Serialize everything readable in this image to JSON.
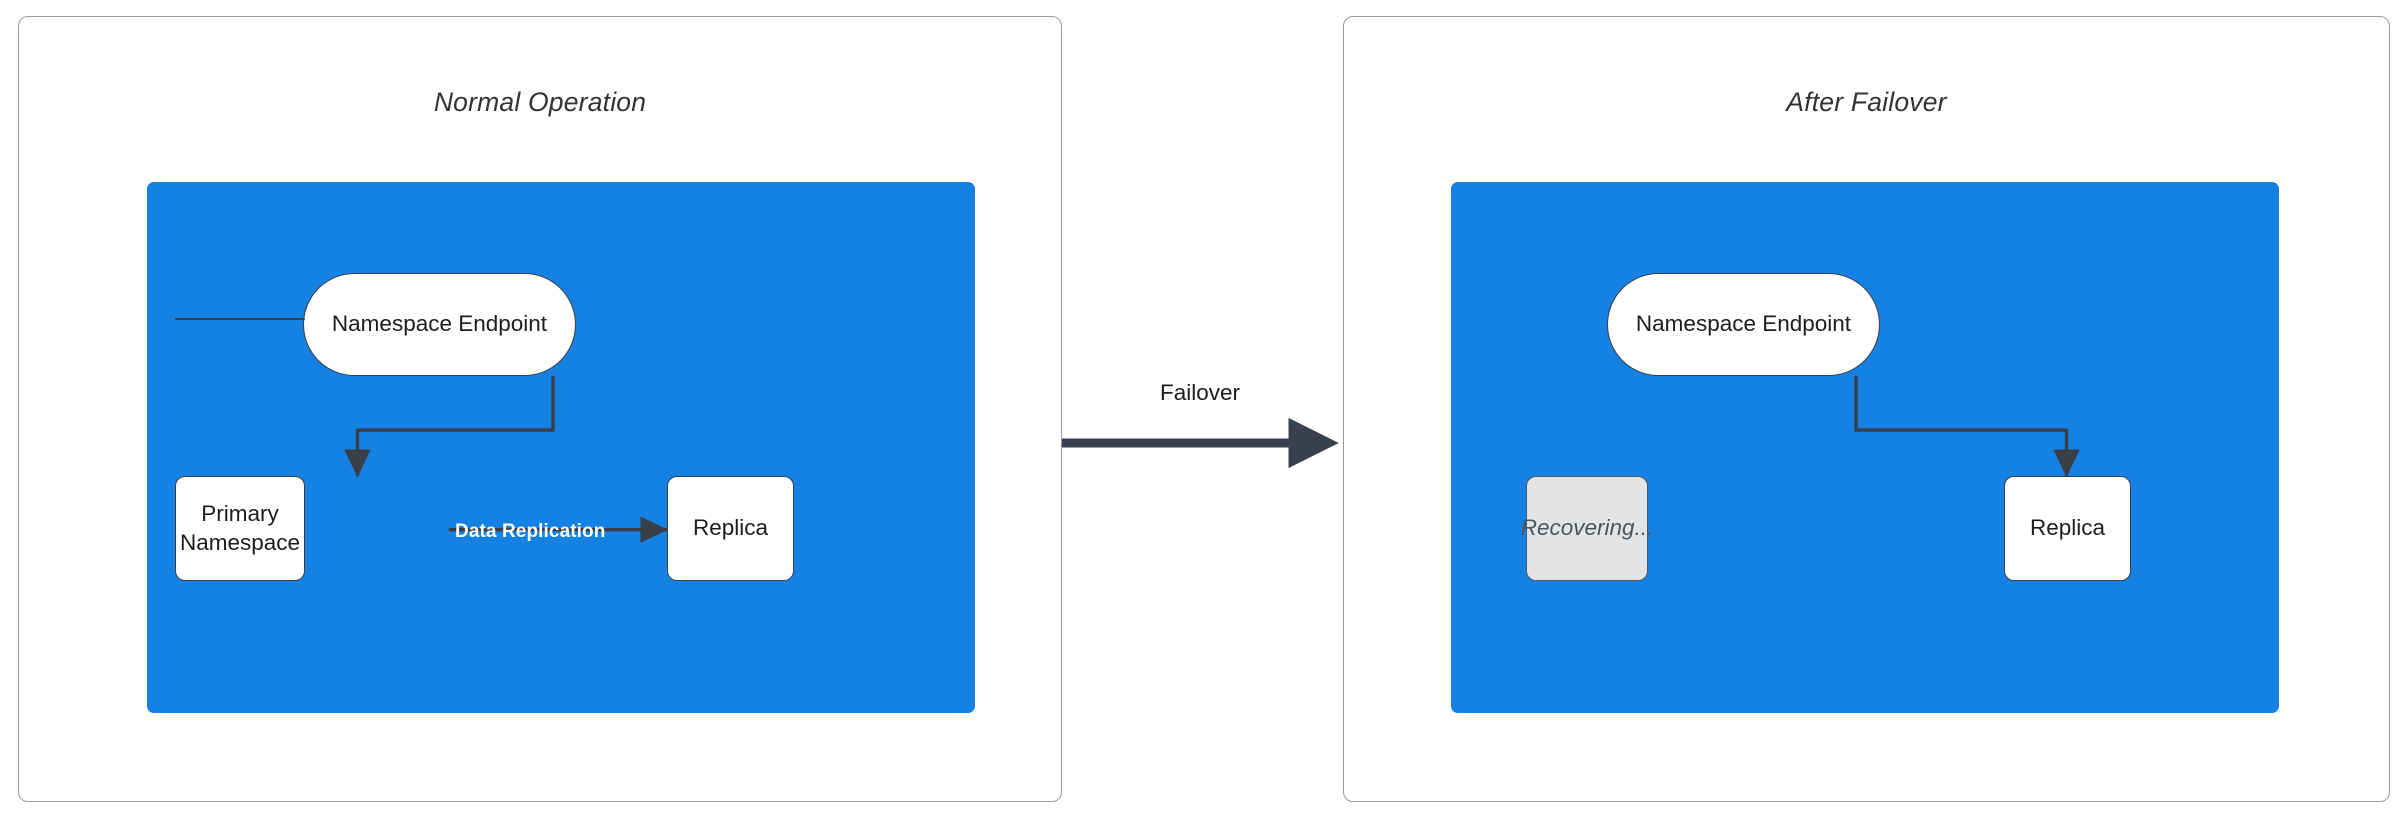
{
  "diagram": {
    "title_accent_color": "#1581e2",
    "panels": [
      {
        "id": "normal-operation",
        "title": "Normal Operation",
        "nodes": {
          "endpoint": "Namespace Endpoint",
          "primary": "Primary\nNamespace",
          "primary_line1": "Primary",
          "primary_line2": "Namespace",
          "replica": "Replica"
        },
        "edges": {
          "endpoint_to_primary": "",
          "primary_to_replica": "Data Replication"
        }
      },
      {
        "id": "after-failover",
        "title": "After Failover",
        "nodes": {
          "endpoint": "Namespace Endpoint",
          "recovering": "Recovering...",
          "replica": "Replica"
        },
        "edges": {
          "endpoint_to_replica": ""
        }
      }
    ],
    "transition": {
      "label": "Failover"
    }
  }
}
